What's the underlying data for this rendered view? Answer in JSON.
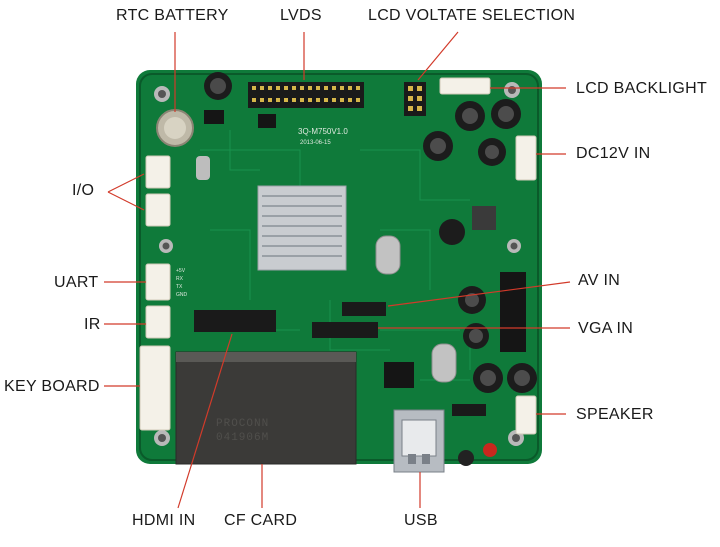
{
  "colors": {
    "pcb": "#0f7a3a",
    "pcb_dark": "#0a5a2a",
    "leader_line": "#d23a2a",
    "label_text": "#1a1a1a",
    "connector_white": "#f4f1e8",
    "heatsink": "#c9ccd0",
    "cf_card": "#3b3a38"
  },
  "board": {
    "silkscreen_model": "3Q-M750V1.0",
    "silkscreen_date": "2013-06-15",
    "cf_card_print_1": "PROCONN",
    "cf_card_print_2": "041906M",
    "pin_labels": [
      "+5V",
      "RX",
      "TX",
      "GND"
    ]
  },
  "callouts": {
    "rtc_battery": "RTC  BATTERY",
    "lvds": "LVDS",
    "lcd_voltage_selection": "LCD VOLTATE SELECTION",
    "lcd_backlight": "LCD BACKLIGHT",
    "dc12v_in": "DC12V  IN",
    "io": "I/O",
    "uart": "UART",
    "ir": "IR",
    "key_board": "KEY BOARD",
    "av_in": "AV IN",
    "vga_in": "VGA IN",
    "speaker": "SPEAKER",
    "hdmi_in": "HDMI IN",
    "cf_card": "CF CARD",
    "usb": "USB"
  }
}
